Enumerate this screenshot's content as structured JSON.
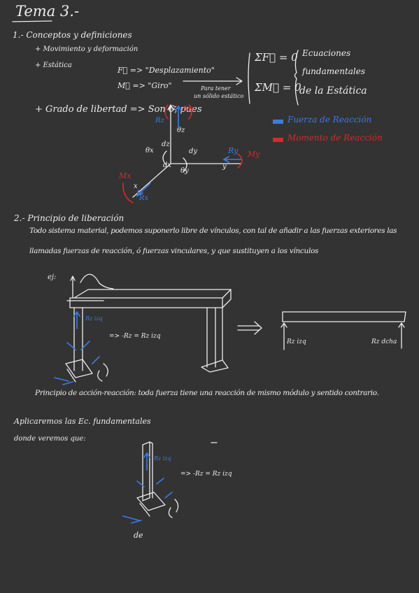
{
  "title": "Tema 3.-",
  "section1": {
    "heading": "1.- Conceptos y definiciones",
    "items": [
      "+ Movimiento y deformación",
      "+ Estática"
    ],
    "force": "F⃗ => \"Desplazamiento\"",
    "moment": "M⃗ => \"Giro\"",
    "arrow_note_1": "Para tener",
    "arrow_note_2": "un sólido estático",
    "eq_sumF": "ΣF⃗ = 0",
    "eq_sumM": "ΣM⃗ = 0",
    "eq_note_1": "Ecuaciones",
    "eq_note_2": "fundamentales",
    "eq_note_3": "de la Estática",
    "dof": "+ Grado de libertad => Son 6, pues",
    "legend_force": "Fuerza de Reacción",
    "legend_moment": "Momento de Reacción",
    "axes": {
      "rz": "Rz",
      "mz": "Mz",
      "theta_z": "θz",
      "dz": "dz",
      "ry": "Ry",
      "my": "My",
      "dy": "dy",
      "theta_y": "θy",
      "theta_x": "θx",
      "dx": "dx",
      "mx": "Mx",
      "rx": "Rx",
      "x": "x",
      "y": "y",
      "z": "z"
    }
  },
  "section2": {
    "heading": "2.- Principio de liberación",
    "line1": "Todo sistema material, podemos suponerlo libre de vínculos, con tal de añadir a las fuerzas exteriores las",
    "line2": "llamadas fuerzas de reacción, ó fuerzas vinculares, y que sustituyen a los vínculos",
    "ej": "ej:",
    "eq_rz": "=> -Rz = Rz izq",
    "label_rz_izq": "Rz izq",
    "label_left": "Rz izq",
    "label_right": "Rz dcha",
    "action_reaction": "Principio de acción-reacción: toda fuerza tiene una reacción de mismo módulo y sentido contrario.",
    "apply": "Aplicaremos las Ec. fundamentales",
    "we_see": "donde veremos que:",
    "eq_rz2": "=> -Rz = Rz izq",
    "de": "de"
  },
  "colors": {
    "background": "#333333",
    "ink": "#ededed",
    "blue": "#3d7be0",
    "red": "#d52a2a"
  }
}
